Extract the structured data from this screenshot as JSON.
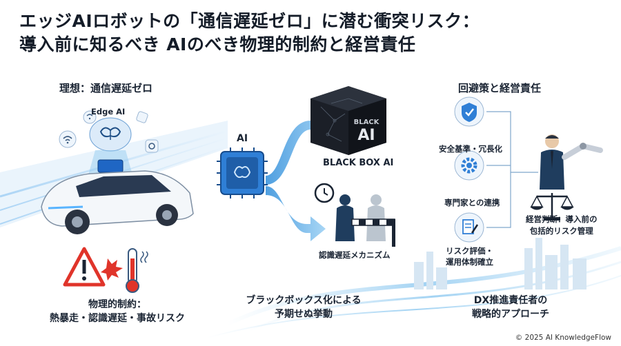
{
  "title": {
    "line1": "エッジAIロボットの「通信遅延ゼロ」に潜む衝突リスク：",
    "line2": "導入前に知るべき AIのべき物理的制約と経営責任"
  },
  "left": {
    "heading": "理想：通信遅延ゼロ",
    "edge_label": "Edge AI",
    "caption_line1": "物理的制約：",
    "caption_line2": "熱暴走・認識遅延・事故リスク"
  },
  "middle": {
    "ai_label": "AI",
    "cube_line1": "BLACK",
    "cube_line2": "AI",
    "blackbox_label": "BLACK BOX AI",
    "mechanism_label": "認識遅延メカニズム",
    "caption_line1": "ブラックボックス化による",
    "caption_line2": "予期せぬ挙動"
  },
  "right": {
    "heading": "回避策と経営責任",
    "item1": "安全基準・冗長化",
    "item2": "専門家との連携",
    "item3_line1": "リスク評価・",
    "item3_line2": "運用体制確立",
    "mgmt_line1": "経営判断：導入前の",
    "mgmt_line2": "包括的リスク管理",
    "caption_line1": "DX推進責任者の",
    "caption_line2": "戦略的アプローチ"
  },
  "copyright": "© 2025 AI KnowledgeFlow",
  "colors": {
    "accent": "#2f7fd6",
    "light_blue": "#8cc8f0",
    "warning": "#e0342a",
    "dark": "#1a2433"
  }
}
